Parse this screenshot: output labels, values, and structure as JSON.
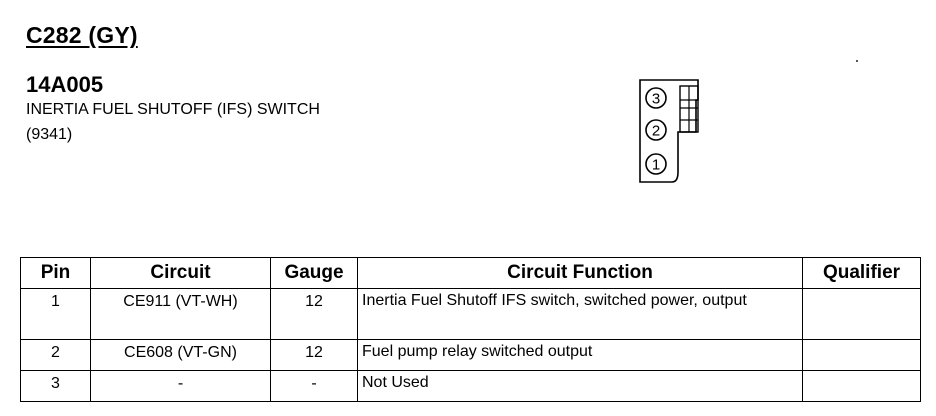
{
  "header": {
    "connector": "C282 (GY)",
    "part_number": "14A005",
    "component": "INERTIA FUEL SHUTOFF (IFS) SWITCH",
    "code": "(9341)"
  },
  "connector_face": {
    "pins": [
      "3",
      "2",
      "1"
    ]
  },
  "table": {
    "columns": [
      "Pin",
      "Circuit",
      "Gauge",
      "Circuit Function",
      "Qualifier"
    ],
    "rows": [
      {
        "pin": "1",
        "circuit": "CE911 (VT-WH)",
        "gauge": "12",
        "function": "Inertia Fuel Shutoff IFS switch, switched power, output",
        "qualifier": ""
      },
      {
        "pin": "2",
        "circuit": "CE608 (VT-GN)",
        "gauge": "12",
        "function": "Fuel pump relay switched output",
        "qualifier": ""
      },
      {
        "pin": "3",
        "circuit": "-",
        "gauge": "-",
        "function": "Not Used",
        "qualifier": ""
      }
    ]
  }
}
